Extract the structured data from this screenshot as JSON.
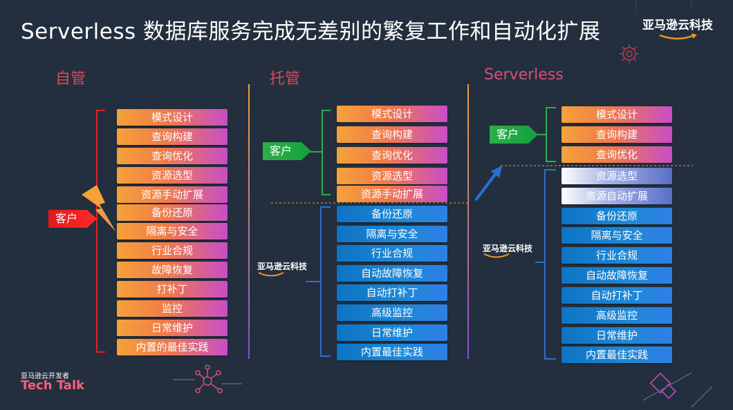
{
  "slide": {
    "title": "Serverless 数据库服务完成无差别的繁复工作和自动化扩展",
    "brand": "亚马逊云科技"
  },
  "columns": {
    "self_managed": {
      "heading": "自管",
      "customer_tag": "客户",
      "items": [
        "模式设计",
        "查询构建",
        "查询优化",
        "资源选型",
        "资源手动扩展",
        "备份还原",
        "隔离与安全",
        "行业合规",
        "故障恢复",
        "打补丁",
        "监控",
        "日常维护",
        "内置的最佳实践"
      ]
    },
    "managed": {
      "heading": "托管",
      "customer_tag": "客户",
      "customer_items": [
        "模式设计",
        "查询构建",
        "查询优化",
        "资源选型",
        "资源手动扩展"
      ],
      "provider_logo": "亚马逊云科技",
      "provider_items": [
        "备份还原",
        "隔离与安全",
        "行业合规",
        "自动故障恢复",
        "自动打补丁",
        "高级监控",
        "日常维护",
        "内置最佳实践"
      ]
    },
    "serverless": {
      "heading": "Serverless",
      "customer_tag": "客户",
      "customer_items": [
        "模式设计",
        "查询构建",
        "查询优化"
      ],
      "provider_logo": "亚马逊云科技",
      "provider_items": [
        "资源选型",
        "资源自动扩展",
        "备份还原",
        "隔离与安全",
        "行业合规",
        "自动故障恢复",
        "自动打补丁",
        "高级监控",
        "日常维护",
        "内置最佳实践"
      ]
    }
  },
  "footer": {
    "subtitle": "亚马逊云开发者",
    "event": "Tech Talk"
  },
  "colors": {
    "background": "#232f3e",
    "customer_red": "#e21a1a",
    "customer_green": "#2bb04a",
    "orange_item": "#f5a23a",
    "blue_item": "#1e88d6",
    "bracket_red": "#e0202a",
    "bracket_green": "#2bb04a",
    "bracket_blue": "#2a6fd6"
  }
}
